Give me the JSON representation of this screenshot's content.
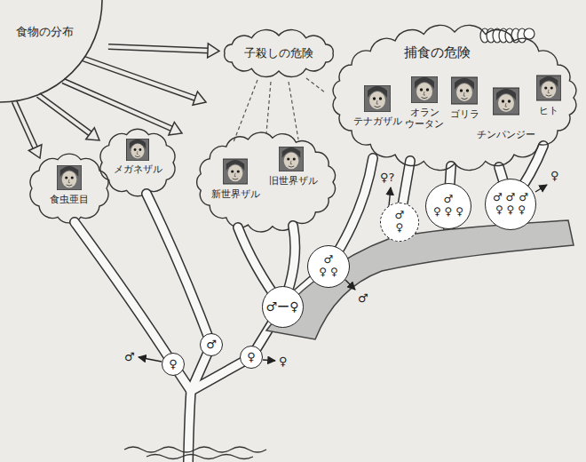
{
  "diagram": {
    "nodes": [
      {
        "text": [
          "食物の分布"
        ]
      },
      {
        "text": [
          "子殺しの危険"
        ]
      },
      {
        "text": [
          "捕食の危険"
        ]
      },
      {
        "text": [
          "♀"
        ]
      },
      {
        "text": [
          "♂"
        ]
      },
      {
        "text": [
          "♀"
        ]
      },
      {
        "text": [
          "♂ー♀"
        ]
      },
      {
        "text": [
          "♂",
          "♀ ♀"
        ]
      },
      {
        "text": [
          "♂",
          "♀"
        ]
      },
      {
        "text": [
          "♂",
          "♀ ♀ ♀"
        ]
      },
      {
        "text": [
          "♂ ♂ ♂",
          "♀ ♀ ♀"
        ]
      }
    ],
    "edges": [
      {
        "from": 0,
        "to": 1,
        "arrow": "to"
      }
    ],
    "labels": [
      "食虫亜目",
      "メガネザル",
      "新世界ザル",
      "旧世界ザル",
      "テナガザル",
      "オラン ウータン",
      "ゴリラ",
      "チンパンジー",
      "ヒト",
      "♂",
      "♀",
      "♂",
      "♀?",
      "♀"
    ]
  }
}
